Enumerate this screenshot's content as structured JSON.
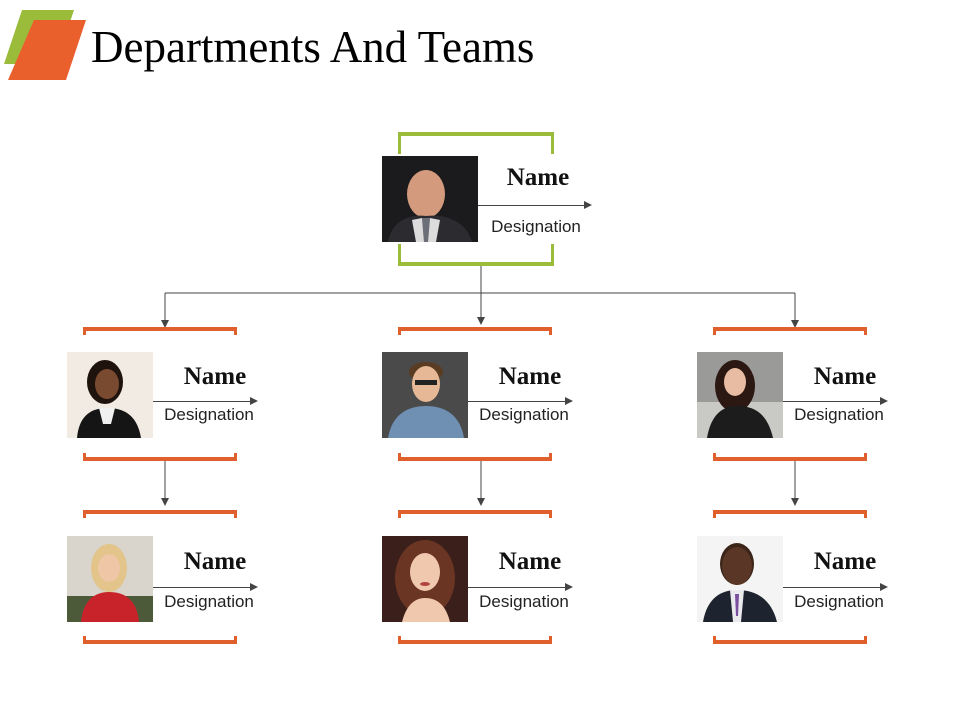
{
  "page": {
    "title": "Departments And Teams"
  },
  "colors": {
    "accent_orange": "#e0602d",
    "accent_green": "#9bbb3b",
    "connector": "#444444"
  },
  "root": {
    "name": "Name",
    "designation": "Designation"
  },
  "level1": [
    {
      "name": "Name",
      "designation": "Designation"
    },
    {
      "name": "Name",
      "designation": "Designation"
    },
    {
      "name": "Name",
      "designation": "Designation"
    }
  ],
  "level2": [
    {
      "name": "Name",
      "designation": "Designation"
    },
    {
      "name": "Name",
      "designation": "Designation"
    },
    {
      "name": "Name",
      "designation": "Designation"
    }
  ]
}
